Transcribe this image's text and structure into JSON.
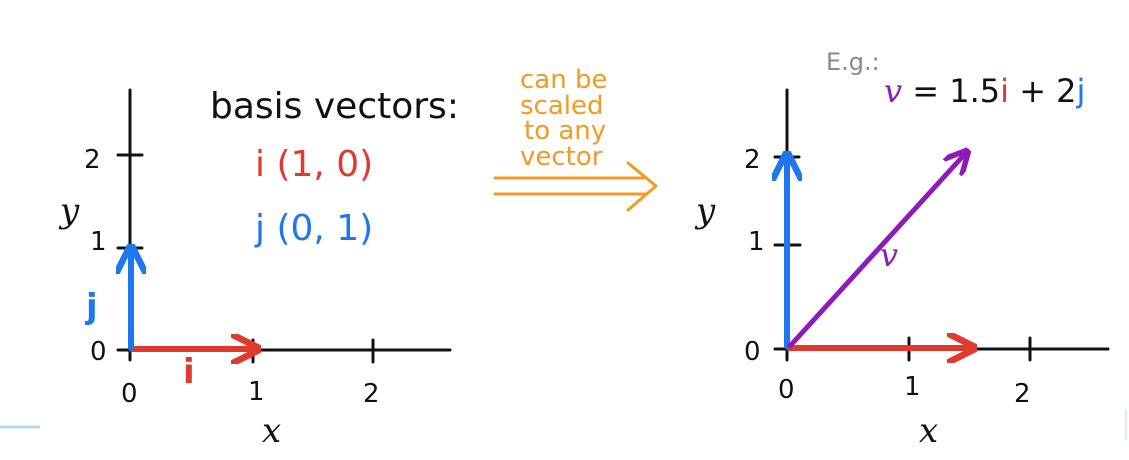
{
  "colors": {
    "axis": "#111111",
    "i_vector": "#e03a2f",
    "j_vector": "#1f77f0",
    "v_vector": "#8e1ab8",
    "arrow_note": "#f39a22",
    "example_label": "#8a8a8a",
    "baseline": "#b9d4f5"
  },
  "left_plot": {
    "x_axis_label": "x",
    "y_axis_label": "y",
    "x_ticks": [
      "0",
      "1",
      "2"
    ],
    "y_ticks": [
      "0",
      "1",
      "2"
    ],
    "i_label": "i",
    "j_label": "j"
  },
  "basis_box": {
    "heading": "basis vectors:",
    "i_text": "i (1, 0)",
    "j_text": "j (0, 1)"
  },
  "transition": {
    "line1": "can be",
    "line2": "scaled",
    "line3": "to any",
    "line4": "vector"
  },
  "right_plot": {
    "x_axis_label": "x",
    "y_axis_label": "y",
    "x_ticks": [
      "0",
      "1",
      "2"
    ],
    "y_ticks": [
      "0",
      "1",
      "2"
    ],
    "v_label": "v",
    "example": {
      "prefix": "E.g.:",
      "v": "v",
      "equals_coeff_i": " = 1.5",
      "i": "i",
      "plus_coeff_j": " + 2",
      "j": "j"
    }
  }
}
